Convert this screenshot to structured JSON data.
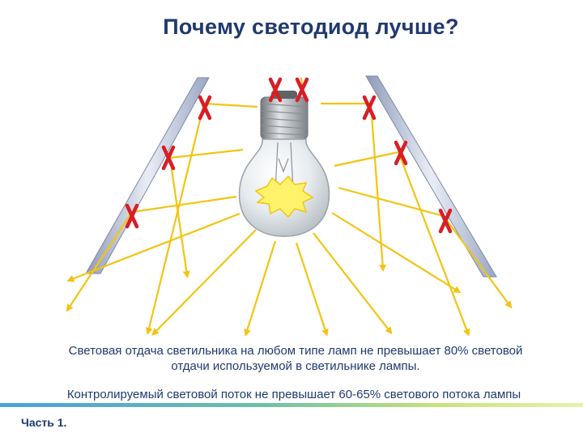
{
  "slide": {
    "title": "Почему светодиод  лучше?",
    "caption_line1": "Световая отдача светильника на любом типе ламп не превышает 80% световой",
    "caption_line2": "отдачи используемой в светильнике лампы.",
    "caption_controlled": "Контролируемый световой поток не превышает 60-65% светового потока лампы",
    "part_label": "Часть 1."
  },
  "diagram": {
    "illustration": "incandescent-bulb-with-reflectors",
    "icons": [
      "bulb-icon",
      "left-reflector",
      "right-reflector",
      "x-mark-icon"
    ],
    "colors": {
      "ray": "#f2c413",
      "cross": "#d81e25",
      "title": "#1f3a6e",
      "reflector": "#a9b4cc"
    }
  }
}
